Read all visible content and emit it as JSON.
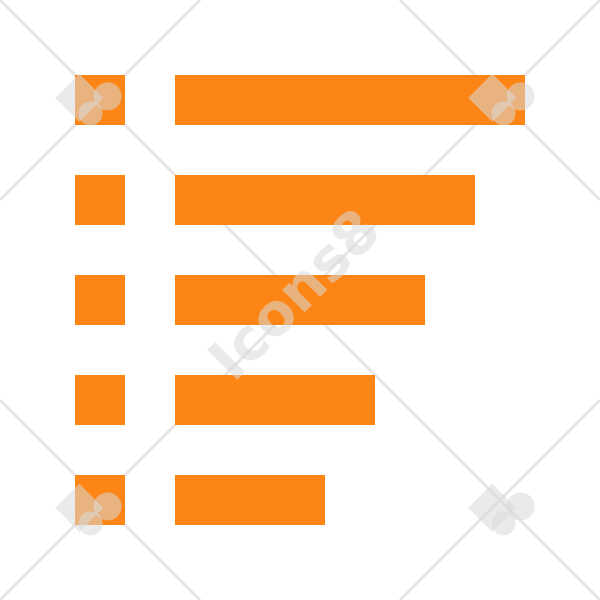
{
  "icon": {
    "name": "sorted-list-icon",
    "color": "#FD8515",
    "rows": [
      {
        "bar_length_fraction": 1.0
      },
      {
        "bar_length_fraction": 0.857
      },
      {
        "bar_length_fraction": 0.714
      },
      {
        "bar_length_fraction": 0.571
      },
      {
        "bar_length_fraction": 0.429
      }
    ]
  },
  "watermark": {
    "text": "Icons8",
    "color": "#D9D9D9",
    "logo_icon": "icons8-logo-icon"
  }
}
